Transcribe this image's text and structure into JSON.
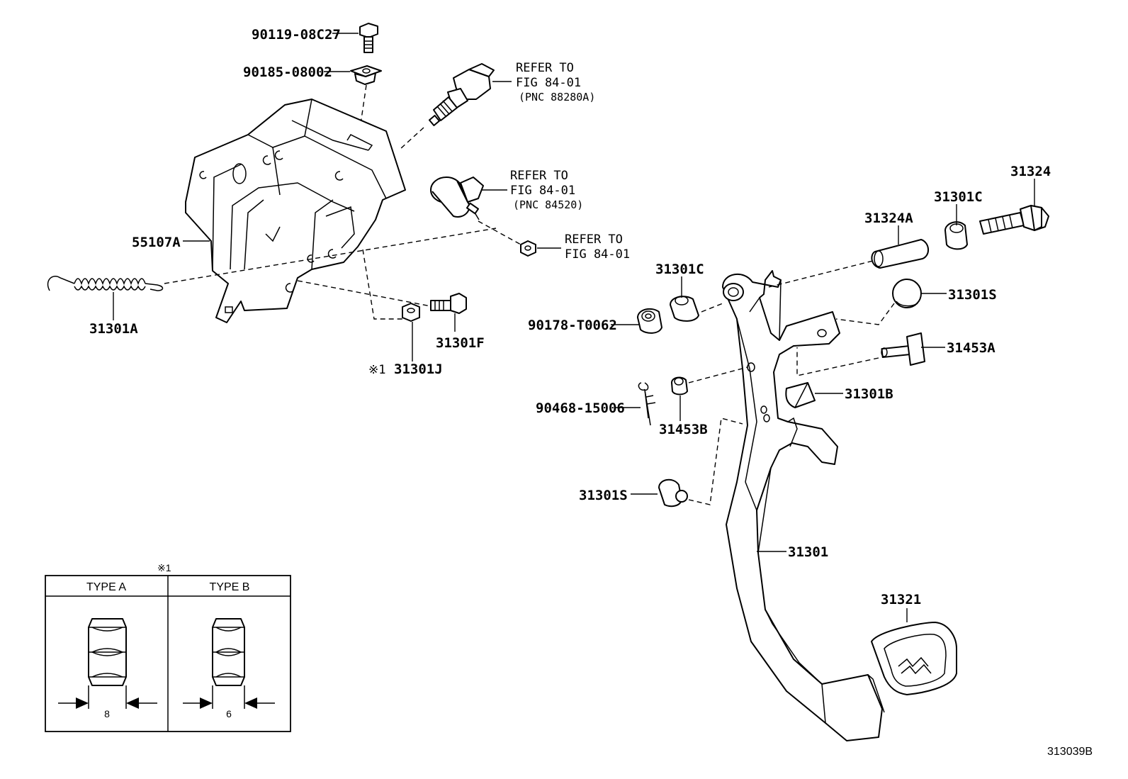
{
  "parts": {
    "p_90119_08C27": "90119-08C27",
    "p_90185_08002": "90185-08002",
    "p_55107A": "55107A",
    "p_31301A": "31301A",
    "p_31301J": "31301J",
    "p_31301J_mark": "※1",
    "p_31301F": "31301F",
    "p_31324": "31324",
    "p_31301C_top": "31301C",
    "p_31324A": "31324A",
    "p_31301C_mid": "31301C",
    "p_90178_T0062": "90178-T0062",
    "p_31301S_top": "31301S",
    "p_31453A": "31453A",
    "p_31301B": "31301B",
    "p_90468_15006": "90468-15006",
    "p_31453B": "31453B",
    "p_31301S_bottom": "31301S",
    "p_31301": "31301",
    "p_31321": "31321"
  },
  "references": {
    "ref1_line1": "REFER TO",
    "ref1_line2": "FIG 84-01",
    "ref1_line3": "(PNC 88280A)",
    "ref2_line1": "REFER TO",
    "ref2_line2": "FIG 84-01",
    "ref2_line3": "(PNC 84520)",
    "ref3_line1": "REFER TO",
    "ref3_line2": "FIG 84-01"
  },
  "nut_table": {
    "mark": "※1",
    "type_a": "TYPE A",
    "type_b": "TYPE B",
    "dim_a": "8",
    "dim_b": "6"
  },
  "figure_code": "313039B"
}
